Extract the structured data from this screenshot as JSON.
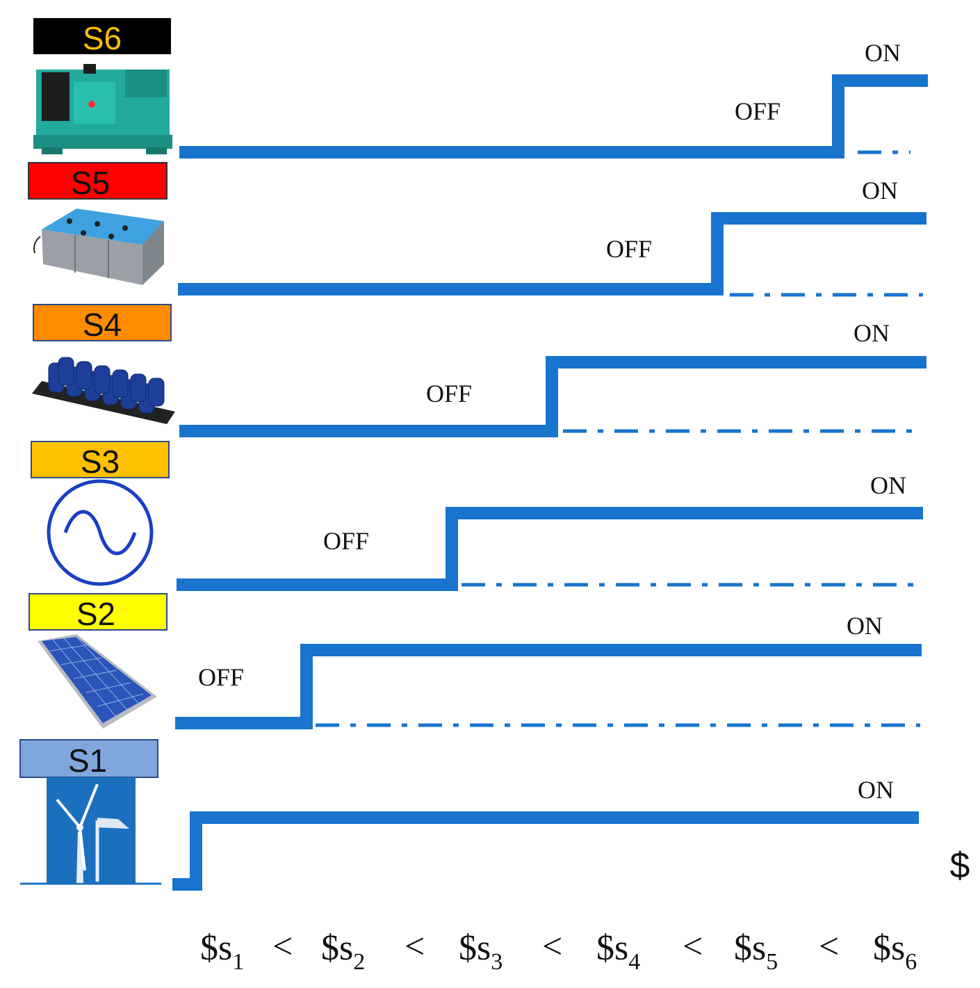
{
  "sources": [
    {
      "label": "S6",
      "badge_bg": "#000000",
      "badge_fg": "#ffc000",
      "icon": "diesel-generator-icon",
      "off_label": "OFF",
      "on_label": "ON"
    },
    {
      "label": "S5",
      "badge_bg": "#ff0000",
      "badge_fg": "#111111",
      "icon": "battery-bank-icon",
      "off_label": "OFF",
      "on_label": "ON"
    },
    {
      "label": "S4",
      "badge_bg": "#ff8c00",
      "badge_fg": "#111111",
      "icon": "supercapacitor-bank-icon",
      "off_label": "OFF",
      "on_label": "ON"
    },
    {
      "label": "S3",
      "badge_bg": "#ffc000",
      "badge_fg": "#111111",
      "icon": "ac-grid-icon",
      "off_label": "OFF",
      "on_label": "ON"
    },
    {
      "label": "S2",
      "badge_bg": "#ffff00",
      "badge_fg": "#111111",
      "icon": "solar-panel-icon",
      "off_label": "OFF",
      "on_label": "ON"
    },
    {
      "label": "S1",
      "badge_bg": "#7fa7dc",
      "badge_fg": "#111111",
      "icon": "wind-turbine-icon",
      "on_label": "ON"
    }
  ],
  "axis_label": "$",
  "formula": {
    "terms": [
      {
        "main": "$s",
        "sub": "1"
      },
      {
        "main": "$s",
        "sub": "2"
      },
      {
        "main": "$s",
        "sub": "3"
      },
      {
        "main": "$s",
        "sub": "4"
      },
      {
        "main": "$s",
        "sub": "5"
      },
      {
        "main": "$s",
        "sub": "6"
      }
    ],
    "operator": "<"
  },
  "colors": {
    "trace": "#1874cd",
    "icon_blue": "#1a3fc4",
    "genset": "#21a89a"
  }
}
